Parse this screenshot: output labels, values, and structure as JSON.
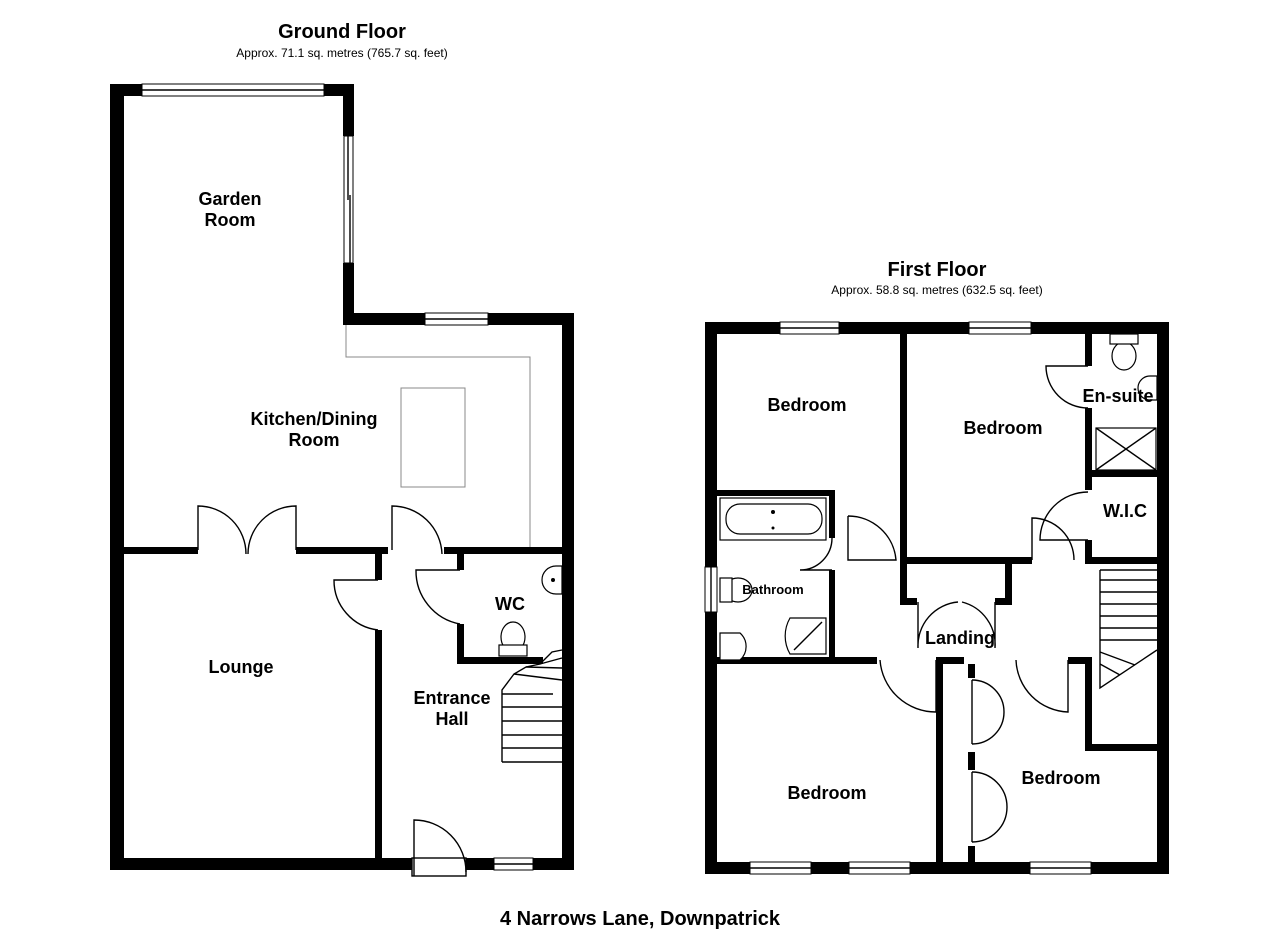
{
  "ground_floor": {
    "title": "Ground Floor",
    "area": "Approx. 71.1 sq. metres (765.7 sq. feet)",
    "rooms": {
      "garden_room": [
        "Garden",
        "Room"
      ],
      "kitchen_dining": [
        "Kitchen/Dining",
        "Room"
      ],
      "lounge": "Lounge",
      "wc": "WC",
      "entrance_hall": [
        "Entrance",
        "Hall"
      ]
    }
  },
  "first_floor": {
    "title": "First Floor",
    "area": "Approx. 58.8 sq. metres (632.5 sq. feet)",
    "rooms": {
      "bedroom_front_left": "Bedroom",
      "bedroom_front_right": "Bedroom",
      "ensuite": "En-suite",
      "wic": "W.I.C",
      "bathroom": "Bathroom",
      "landing": "Landing",
      "bedroom_rear_left": "Bedroom",
      "bedroom_rear_right": "Bedroom"
    }
  },
  "address": "4 Narrows Lane, Downpatrick"
}
